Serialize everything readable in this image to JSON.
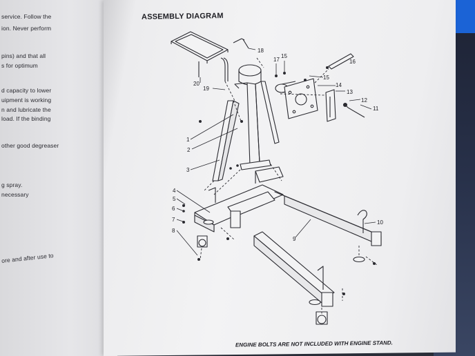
{
  "left_page": {
    "lines": [
      "service. Follow the",
      "ion. Never perform",
      "pins) and that all",
      "s for optimum",
      "d capacity to lower",
      "uipment is working",
      "n and lubricate the",
      "load. If the binding",
      "other good degreaser",
      "g spray.",
      "necessary",
      "ore and after use to"
    ]
  },
  "diagram": {
    "title": "ASSEMBLY DIAGRAM",
    "part_numbers": [
      "1",
      "2",
      "3",
      "4",
      "5",
      "6",
      "7",
      "8",
      "9",
      "10",
      "11",
      "12",
      "13",
      "14",
      "15",
      "15",
      "16",
      "17",
      "18",
      "19",
      "20"
    ],
    "footer_note": "ENGINE BOLTS ARE NOT INCLUDED WITH ENGINE STAND."
  },
  "colors": {
    "paper": "#f0f0f1",
    "ink": "#1d1d22",
    "desk": "#2b2f3a",
    "accent": "#1b63d6"
  }
}
